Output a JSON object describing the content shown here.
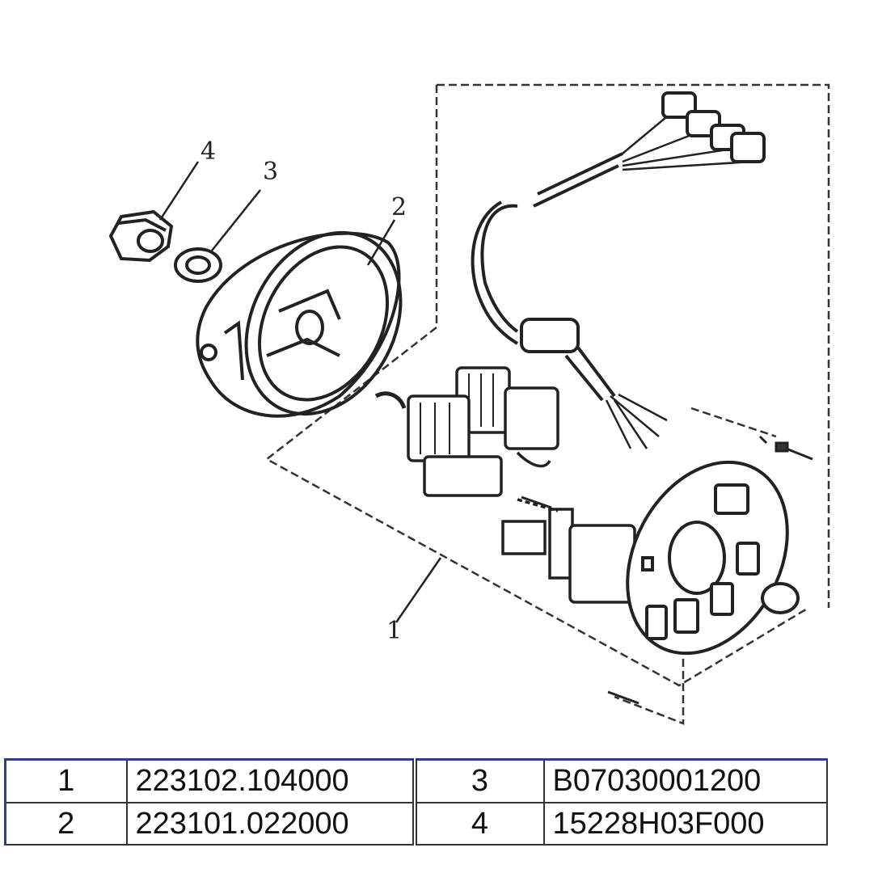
{
  "callouts": {
    "label_1": "1",
    "label_2": "2",
    "label_3": "3",
    "label_4": "4"
  },
  "parts": [
    {
      "left_no": "1",
      "left_code": "223102.104000",
      "right_no": "3",
      "right_code": "B07030001200"
    },
    {
      "left_no": "2",
      "left_code": "223101.022000",
      "right_no": "4",
      "right_code": "15228H03F000"
    }
  ],
  "colors": {
    "line": "#333333",
    "table_accent": "#2a3f8f"
  }
}
